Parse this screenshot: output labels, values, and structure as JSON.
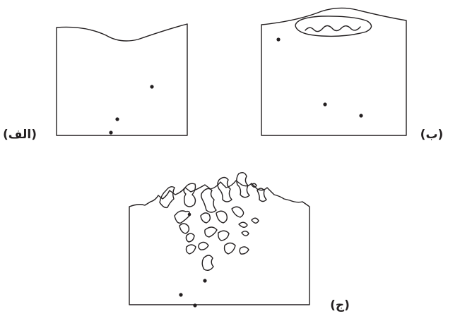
{
  "panels": [
    {
      "id": "alef",
      "label": "(الف)"
    },
    {
      "id": "be",
      "label": "(ب)"
    },
    {
      "id": "jim",
      "label": "(ج)"
    }
  ]
}
